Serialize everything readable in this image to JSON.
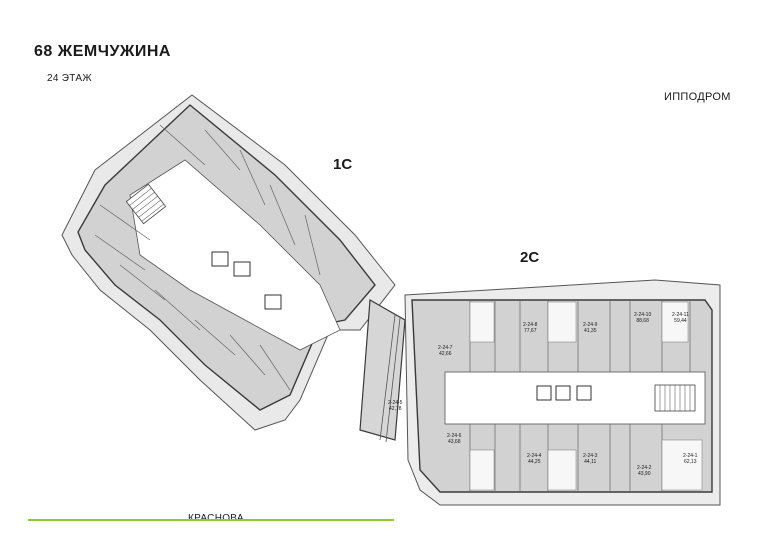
{
  "header": {
    "title": "68 ЖЕМЧУЖИНА",
    "floor": "24 ЭТАЖ"
  },
  "streets": {
    "top_right": "ИППОДРОМ",
    "bottom": "КРАСНОВА"
  },
  "sections": {
    "s1": "1С",
    "s2": "2С"
  },
  "colors": {
    "accent_line": "#8ccb2f",
    "unit_fill": "#cfcfcf",
    "wall": "#3a3a3a",
    "corridor": "#ffffff"
  },
  "units_section2": [
    {
      "code": "2-24-8",
      "area": "77,67"
    },
    {
      "code": "2-24-9",
      "area": "41,35"
    },
    {
      "code": "2-24-10",
      "area": "88,68"
    },
    {
      "code": "2-24-11",
      "area": "59,44"
    },
    {
      "code": "2-24-7",
      "area": "42,66"
    },
    {
      "code": "2-24-6",
      "area": "43,68"
    },
    {
      "code": "2-24-4",
      "area": "44,25"
    },
    {
      "code": "2-24-3",
      "area": "44,11"
    },
    {
      "code": "2-24-2",
      "area": "43,90"
    },
    {
      "code": "2-24-1",
      "area": "62,13"
    },
    {
      "code": "2-24-5",
      "area": "42,78"
    }
  ]
}
